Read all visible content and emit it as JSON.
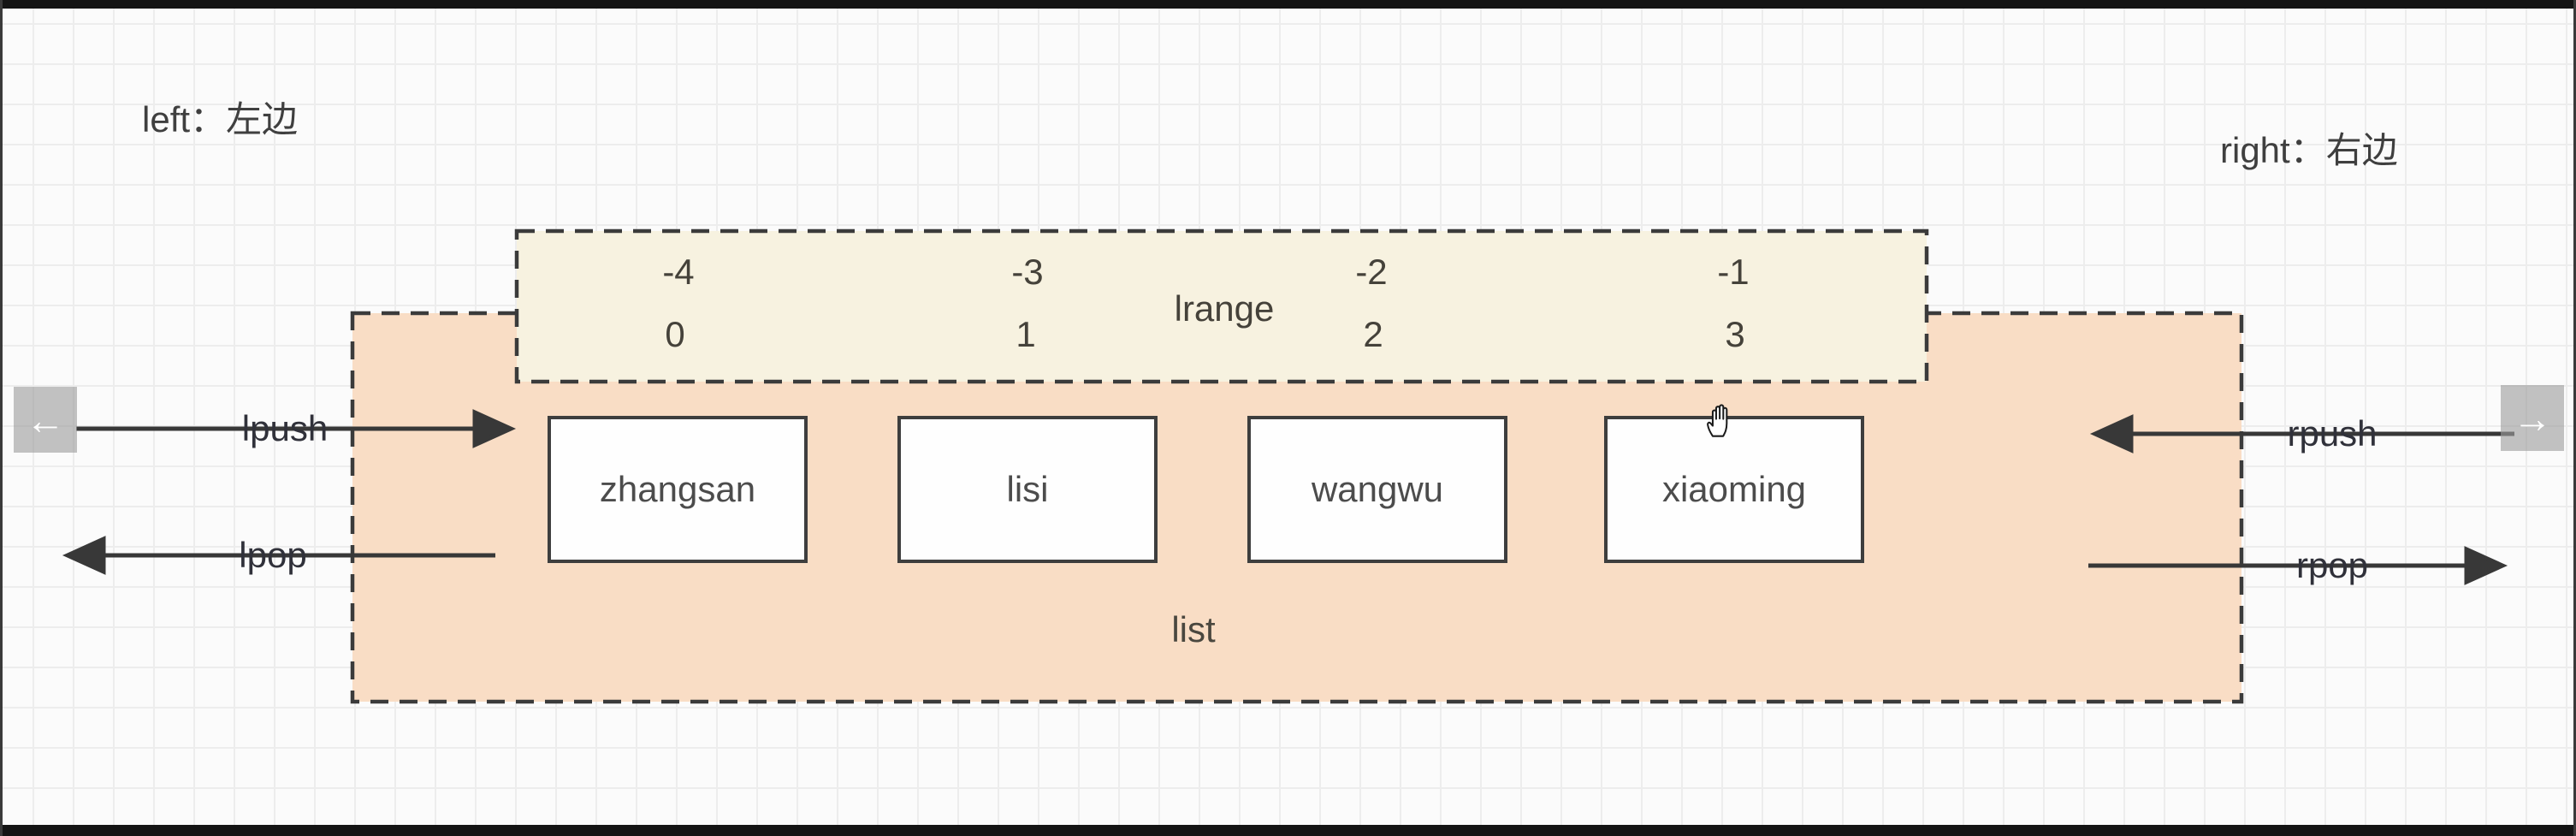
{
  "notes": {
    "left": "left：左边",
    "right": "right：右边"
  },
  "lrange_box": {
    "label": "lrange",
    "columns": [
      {
        "neg_index": "-4",
        "pos_index": "0"
      },
      {
        "neg_index": "-3",
        "pos_index": "1"
      },
      {
        "neg_index": "-2",
        "pos_index": "2"
      },
      {
        "neg_index": "-1",
        "pos_index": "3"
      }
    ]
  },
  "list_box": {
    "label": "list",
    "items": [
      "zhangsan",
      "lisi",
      "wangwu",
      "xiaoming"
    ]
  },
  "operations": {
    "lpush": "lpush",
    "lpop": "lpop",
    "rpush": "rpush",
    "rpop": "rpop"
  },
  "nav": {
    "back": "←",
    "forward": "→"
  },
  "colors": {
    "list_fill": "#f9ddc5",
    "lrange_fill": "#f7f2e0",
    "stroke": "#3b3b3b",
    "arrow": "#383838",
    "nav_button": "#c3c3c3"
  }
}
